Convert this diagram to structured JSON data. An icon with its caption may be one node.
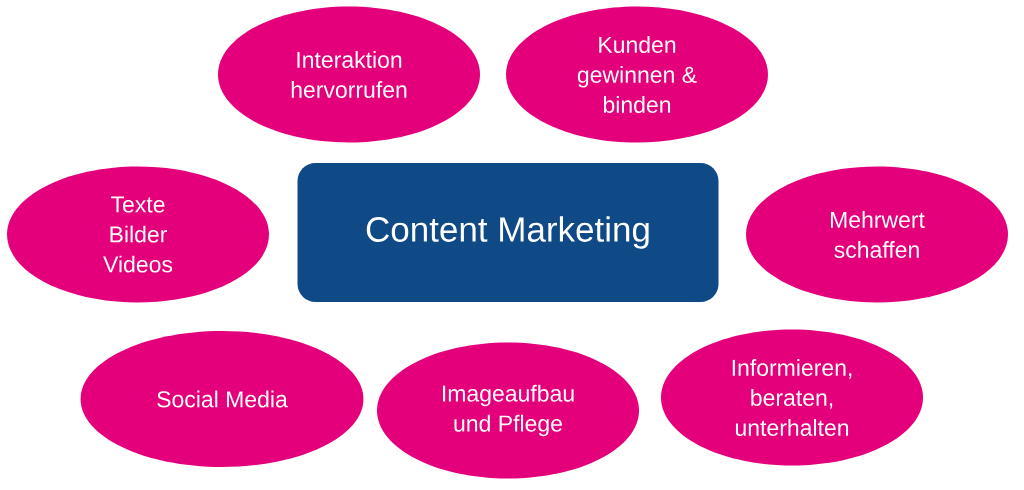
{
  "diagram": {
    "nodes": [
      {
        "text": [
          "Interaktion hervorrufen"
        ]
      },
      {
        "text": [
          "Kunden gewinnen & binden"
        ]
      },
      {
        "text": [
          "Texte Bilder Videos"
        ]
      },
      {
        "text": [
          "Content Marketing"
        ]
      },
      {
        "text": [
          "Mehrwert schaffen"
        ]
      },
      {
        "text": [
          "Social Media"
        ]
      },
      {
        "text": [
          "Imageaufbau und Pflege"
        ]
      },
      {
        "text": [
          "Informieren, beraten, unterhalten"
        ]
      }
    ]
  }
}
